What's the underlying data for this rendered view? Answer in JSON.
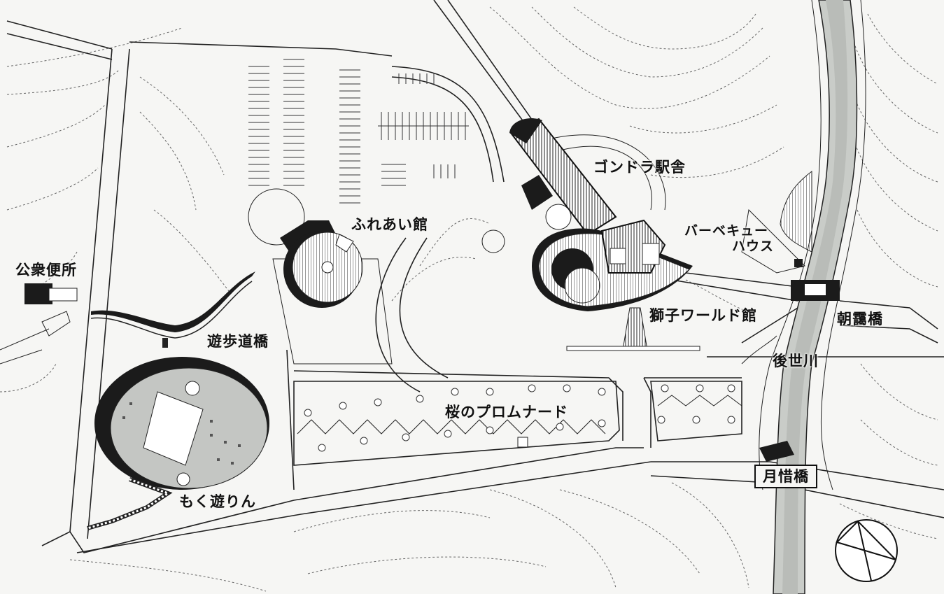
{
  "map": {
    "labels": {
      "gondola": "ゴンドラ駅舎",
      "fureai": "ふれあい館",
      "bbq_line1": "バーベキュー",
      "bbq_line2": "ハウス",
      "toilet": "公衆便所",
      "shishi": "獅子ワールド館",
      "asagiri": "朝靄橋",
      "yuhodo": "遊歩道橋",
      "goze": "後世川",
      "sakura": "桜のプロムナード",
      "tsukioshi": "月惜橋",
      "mokuyurin": "もく遊りん"
    },
    "icons": {
      "north_arrow": "compass-north-icon"
    },
    "colors": {
      "ink": "#111111",
      "river": "#c9ccc8",
      "paper": "#f6f6f4"
    }
  }
}
